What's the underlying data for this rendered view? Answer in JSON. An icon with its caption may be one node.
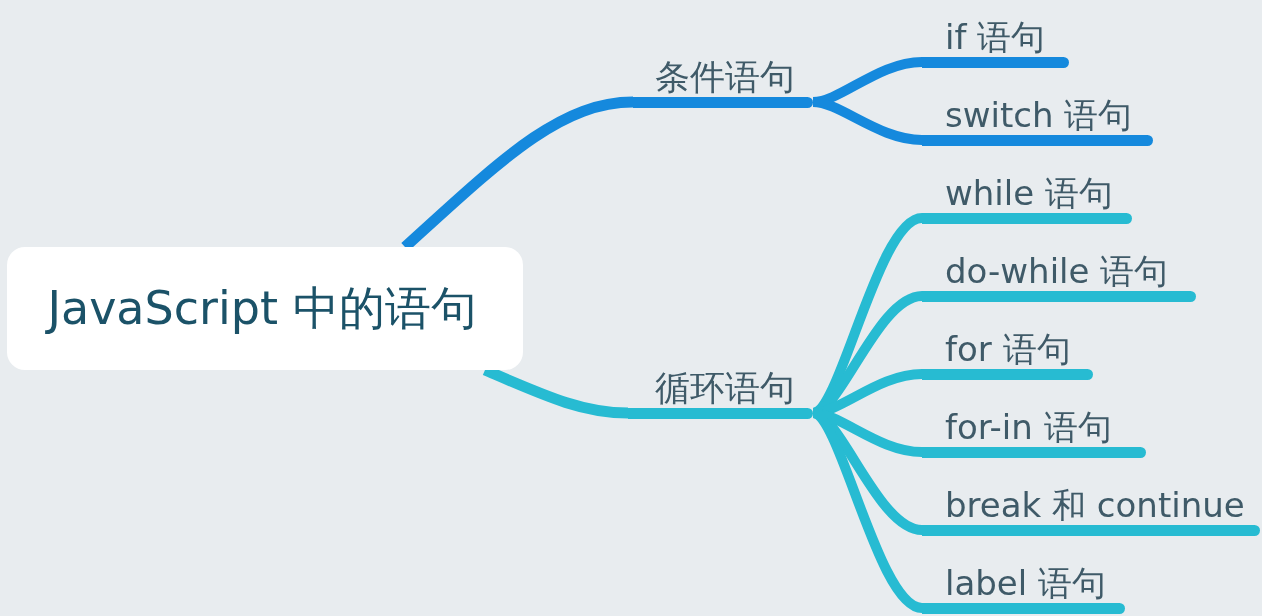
{
  "diagram": {
    "nodes": [
      {
        "text": [
          "JavaScript 中的语句"
        ]
      },
      {
        "text": [
          "条件语句"
        ]
      },
      {
        "text": [
          "if 语句"
        ]
      },
      {
        "text": [
          "switch 语句"
        ]
      },
      {
        "text": [
          "循环语句"
        ]
      },
      {
        "text": [
          "while 语句"
        ]
      },
      {
        "text": [
          "do-while 语句"
        ]
      },
      {
        "text": [
          "for 语句"
        ]
      },
      {
        "text": [
          "for-in 语句"
        ]
      },
      {
        "text": [
          "break 和 continue"
        ]
      },
      {
        "text": [
          "label 语句"
        ]
      }
    ],
    "edges": [
      {
        "from": 0,
        "to": 1,
        "arrow": "none",
        "color": "#1589dd"
      },
      {
        "from": 1,
        "to": 2,
        "arrow": "none",
        "color": "#1589dd"
      },
      {
        "from": 1,
        "to": 3,
        "arrow": "none",
        "color": "#1589dd"
      },
      {
        "from": 0,
        "to": 4,
        "arrow": "none"
      },
      {
        "from": 4,
        "to": 5,
        "arrow": "none"
      },
      {
        "from": 4,
        "to": 6,
        "arrow": "none"
      },
      {
        "from": 4,
        "to": 7,
        "arrow": "none"
      },
      {
        "from": 4,
        "to": 8,
        "arrow": "none"
      },
      {
        "from": 4,
        "to": 9,
        "arrow": "none"
      },
      {
        "from": 4,
        "to": 10,
        "arrow": "none"
      }
    ]
  }
}
